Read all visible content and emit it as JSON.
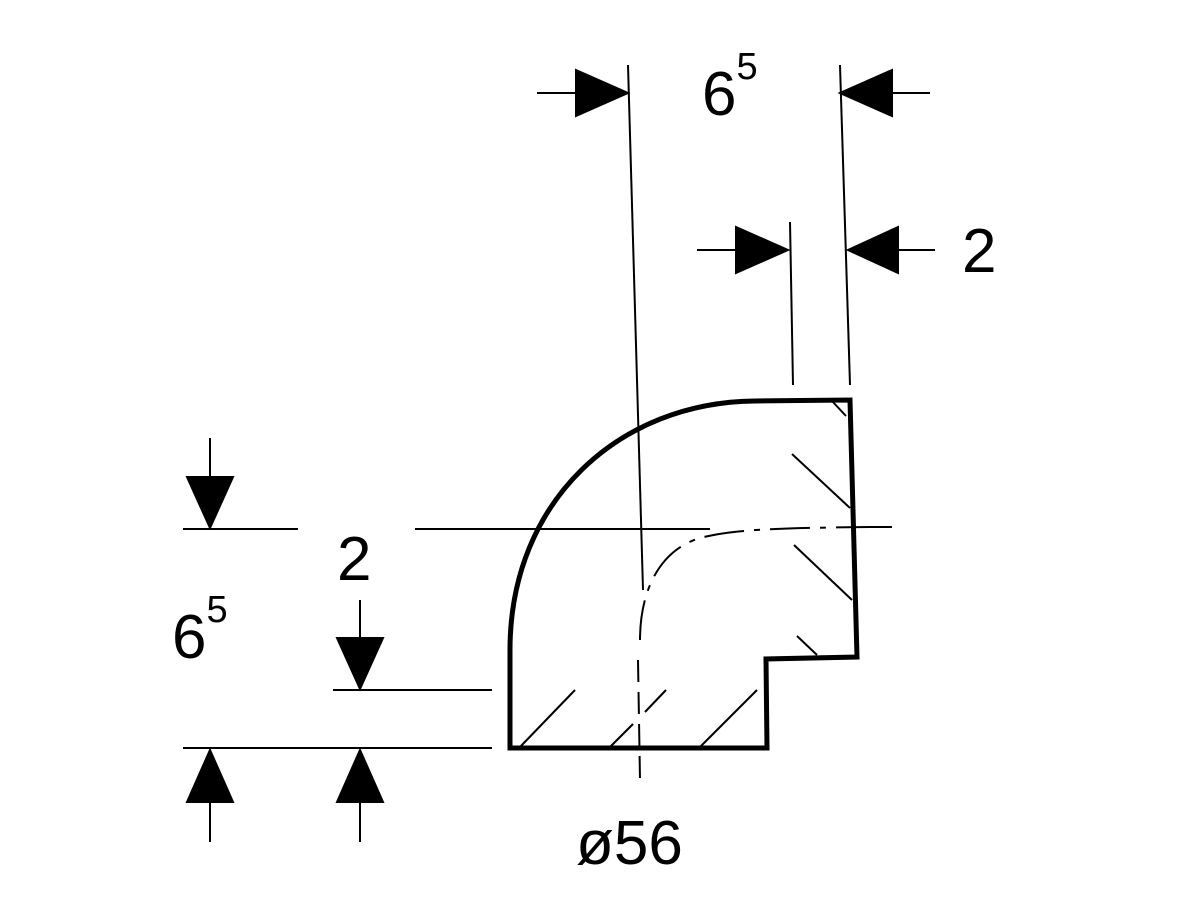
{
  "dimensions": {
    "top_total": {
      "base": "6",
      "sup": "5"
    },
    "top_inner": "2",
    "left_total": {
      "base": "6",
      "sup": "5"
    },
    "left_inner": "2",
    "diameter": "ø56"
  },
  "colors": {
    "line": "#000000",
    "background": "#ffffff"
  }
}
